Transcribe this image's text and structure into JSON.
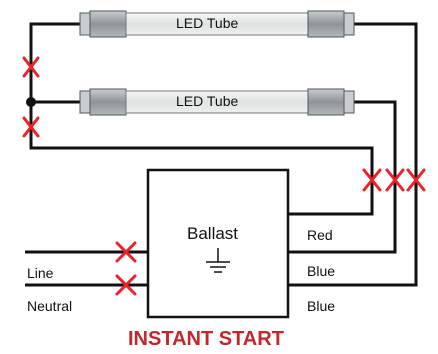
{
  "diagram": {
    "tubes": [
      {
        "label": "LED Tube"
      },
      {
        "label": "LED Tube"
      }
    ],
    "ballast": {
      "label": "Ballast",
      "symbol": "ground-symbol"
    },
    "wires": {
      "red": "Red",
      "blue_top": "Blue",
      "blue_bottom": "Blue",
      "line": "Line",
      "neutral": "Neutral"
    },
    "caption": "INSTANT START",
    "colors": {
      "wire": "#111111",
      "cut_mark": "#e8232b",
      "caption": "#c0282d",
      "tube_glass": "#e8eaea",
      "tube_cap": "#9ea4a6"
    }
  }
}
